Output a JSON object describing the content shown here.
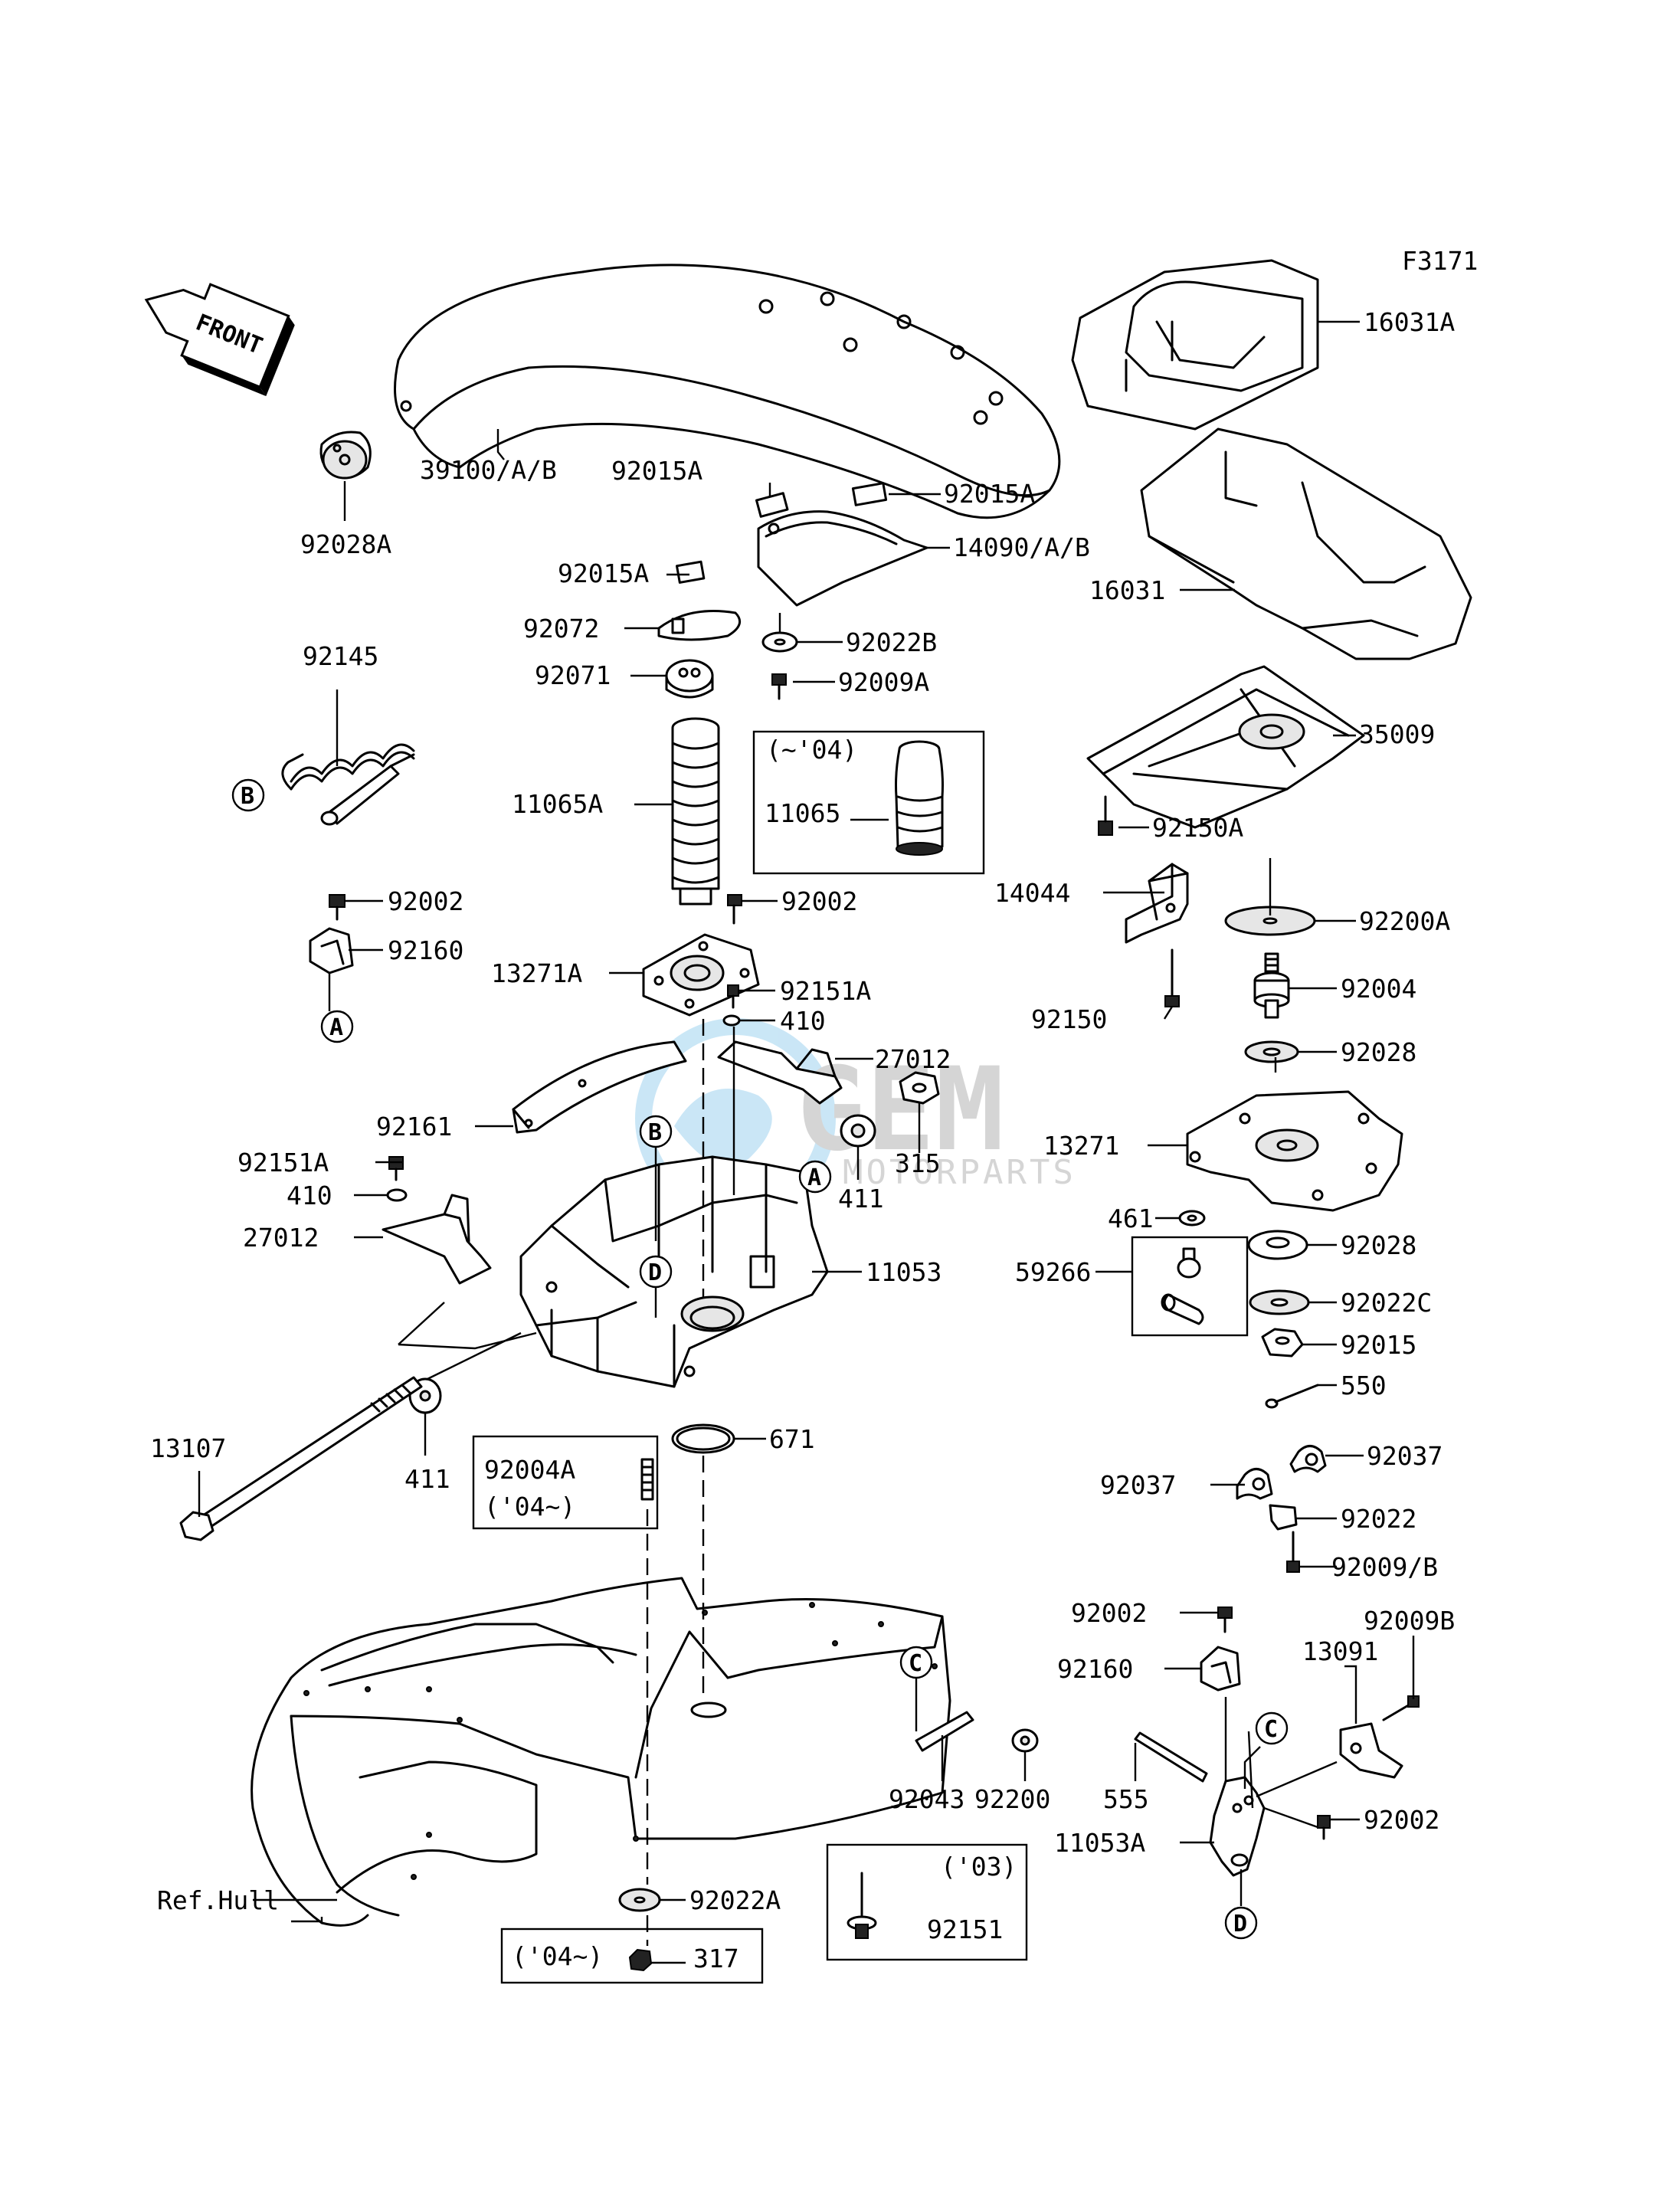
{
  "figure_code": "F3171",
  "front_label": "FRONT",
  "watermark": {
    "brand": "GEM",
    "sub": "MOTORPARTS"
  },
  "ref_hull": "Ref.Hull",
  "circle_marks": {
    "A": "A",
    "B": "B",
    "C": "C",
    "D": "D"
  },
  "variant_boxes": {
    "boot_upto04": {
      "year": "(~'04)",
      "part": "11065"
    },
    "stud_04on": {
      "part": "92004A",
      "year": "('04~)"
    },
    "nut_04on": {
      "year": "('04~)",
      "part": "317"
    },
    "bolt_03": {
      "year": "('03)",
      "part": "92151"
    }
  },
  "labels": {
    "p16031A": "16031A",
    "p39100AB": "39100/A/B",
    "p92015A_1": "92015A",
    "p92015A_2": "92015A",
    "p92015A_3": "92015A",
    "p14090AB": "14090/A/B",
    "p16031": "16031",
    "p92028A": "92028A",
    "p92072": "92072",
    "p92022B": "92022B",
    "p92071": "92071",
    "p92009A": "92009A",
    "p92145": "92145",
    "p35009": "35009",
    "p11065A": "11065A",
    "p92150A": "92150A",
    "p92002_1": "92002",
    "p92002_2": "92002",
    "p14044": "14044",
    "p92200A": "92200A",
    "p92160_1": "92160",
    "p13271A": "13271A",
    "p92151A_1": "92151A",
    "p410_1": "410",
    "p92004": "92004",
    "p92150": "92150",
    "p27012_1": "27012",
    "p92028_1": "92028",
    "p92161": "92161",
    "p13271": "13271",
    "p315": "315",
    "p92151A_2": "92151A",
    "p411_1": "411",
    "p461": "461",
    "p410_2": "410",
    "p27012_2": "27012",
    "p92028_2": "92028",
    "p11053": "11053",
    "p59266": "59266",
    "p92022C": "92022C",
    "p92015": "92015",
    "p550": "550",
    "p671": "671",
    "p13107": "13107",
    "p411_2": "411",
    "p92037_1": "92037",
    "p92037_2": "92037",
    "p92022": "92022",
    "p92009B_1": "92009/B",
    "p92002_3": "92002",
    "p92009B_2": "92009B",
    "p92160_2": "92160",
    "p13091": "13091",
    "p92043": "92043",
    "p92200": "92200",
    "p555": "555",
    "p92002_4": "92002",
    "p11053A": "11053A",
    "p92022A": "92022A"
  }
}
